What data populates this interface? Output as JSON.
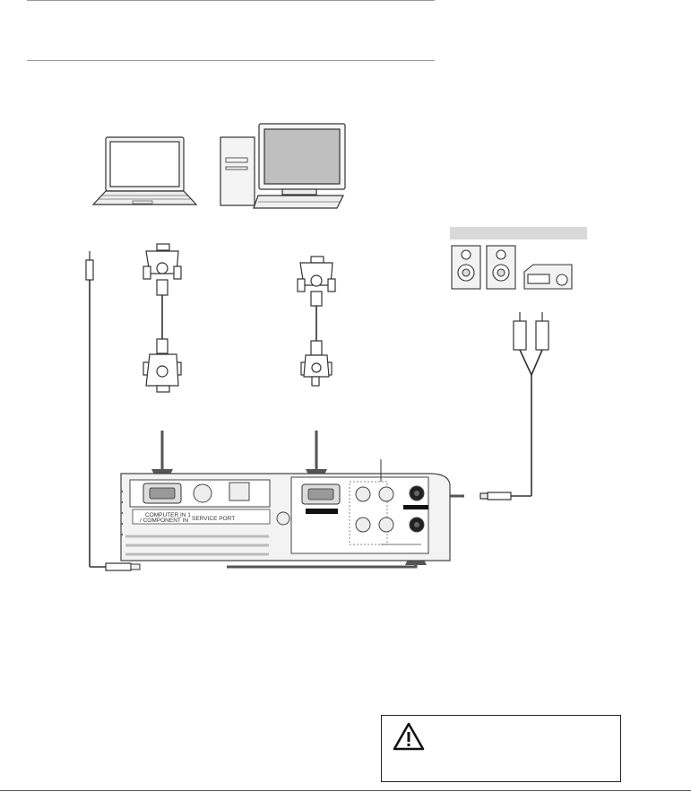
{
  "projector_panel": {
    "computer_in_1_label": "COMPUTER IN 1",
    "component_in_label": "/ COMPONENT IN",
    "service_port_label": "SERVICE PORT"
  },
  "icons": {
    "laptop": "laptop-icon",
    "desktop": "desktop-computer-icon",
    "speakers": "speakers-icon",
    "amplifier": "audio-amplifier-icon",
    "warning": "warning-triangle-icon"
  },
  "colors": {
    "line": "#333333",
    "panel_fill": "#f3f3f3",
    "header_bar": "#d9d9d9"
  }
}
